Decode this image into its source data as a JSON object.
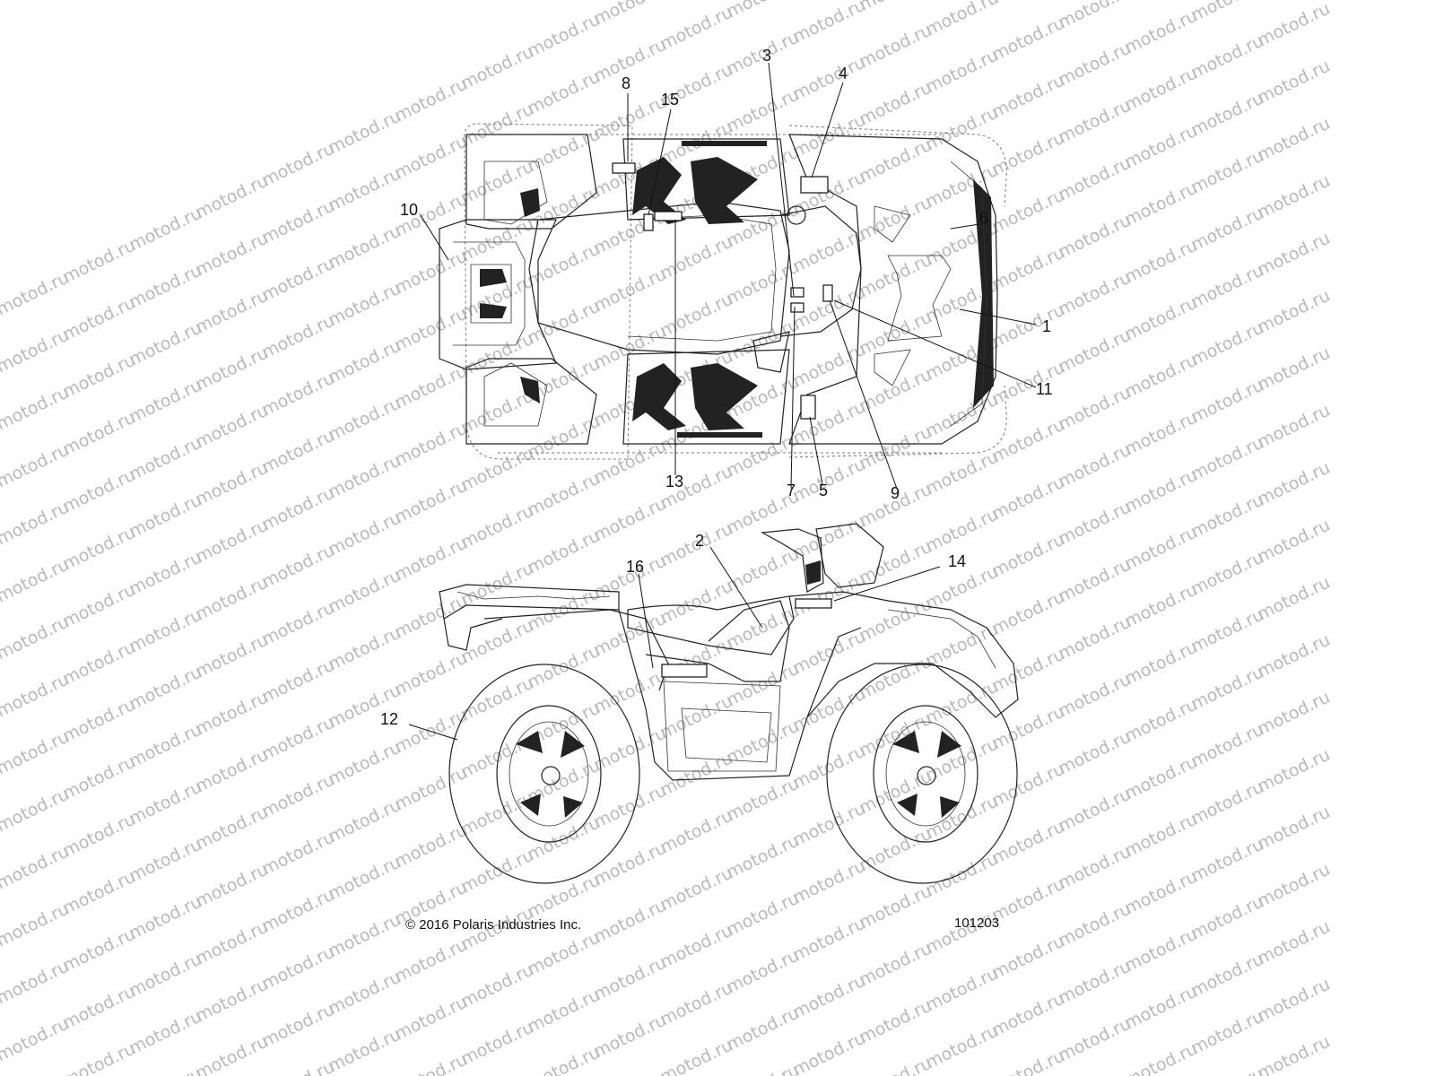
{
  "watermark": {
    "text": "motod.ru"
  },
  "footer": {
    "copyright": "© 2016 Polaris Industries Inc.",
    "diagram_id": "101203"
  },
  "callouts": {
    "c1": "1",
    "c2": "2",
    "c3": "3",
    "c4": "4",
    "c5": "5",
    "c6": "6",
    "c7": "7",
    "c8": "8",
    "c9": "9",
    "c10": "10",
    "c11": "11",
    "c12": "12",
    "c13": "13",
    "c14": "14",
    "c15": "15",
    "c16": "16"
  }
}
